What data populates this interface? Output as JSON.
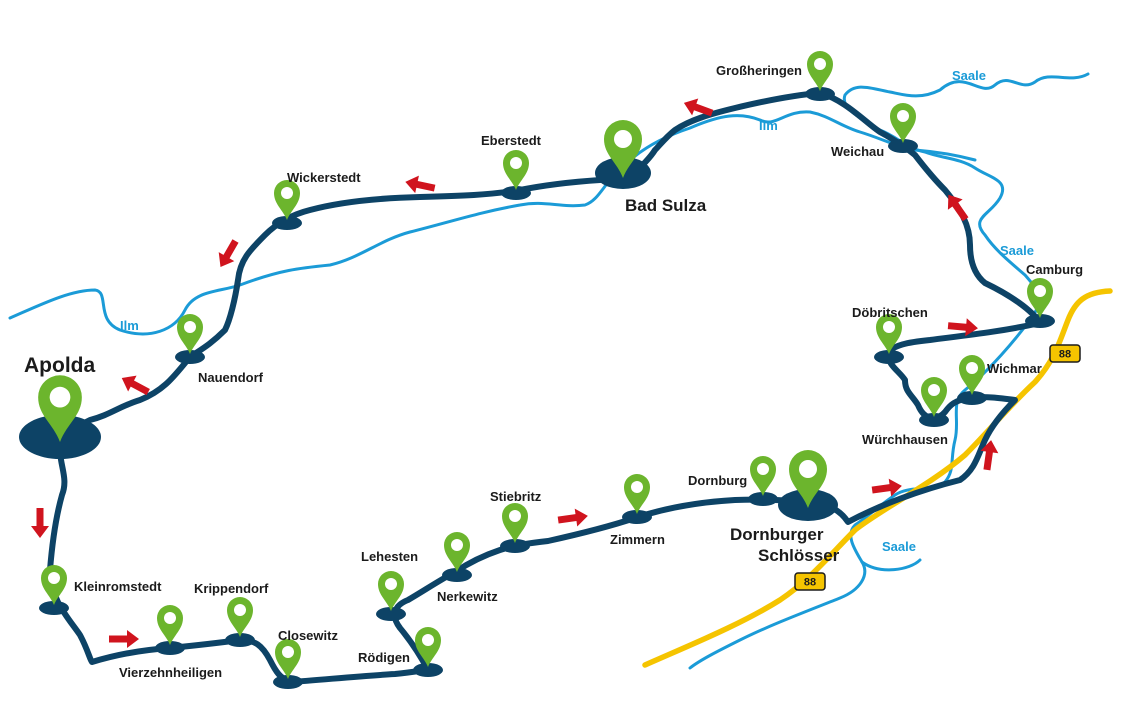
{
  "colors": {
    "route": "#0d4366",
    "river": "#1b9bd7",
    "road": "#f5c400",
    "pin": "#6cb52d",
    "arrow": "#d0141e"
  },
  "icons": {
    "pin": "map-pin-icon",
    "direction": "direction-arrow-icon",
    "road_shield": "road-shield-icon"
  },
  "places": {
    "apolda": "Apolda",
    "nauendorf": "Nauendorf",
    "wickerstedt": "Wickerstedt",
    "eberstedt": "Eberstedt",
    "bad_sulza": "Bad Sulza",
    "grossheringen": "Großheringen",
    "weichau": "Weichau",
    "camburg": "Camburg",
    "doebritschen": "Döbritschen",
    "wichmar": "Wichmar",
    "wuerchhausen": "Würchhausen",
    "dornburg": "Dornburg",
    "dornburger_1": "Dornburger",
    "dornburger_2": "Schlösser",
    "zimmern": "Zimmern",
    "stiebritz": "Stiebritz",
    "lehesten": "Lehesten",
    "nerkewitz": "Nerkewitz",
    "roedigen": "Rödigen",
    "closewitz": "Closewitz",
    "krippendorf": "Krippendorf",
    "vierzehnheiligen": "Vierzehnheiligen",
    "kleinromstedt": "Kleinromstedt"
  },
  "rivers": {
    "ilm_1": "Ilm",
    "ilm_2": "Ilm",
    "saale_1": "Saale",
    "saale_2": "Saale",
    "saale_3": "Saale"
  },
  "roads": {
    "b88_north": "88",
    "b88_south": "88"
  }
}
